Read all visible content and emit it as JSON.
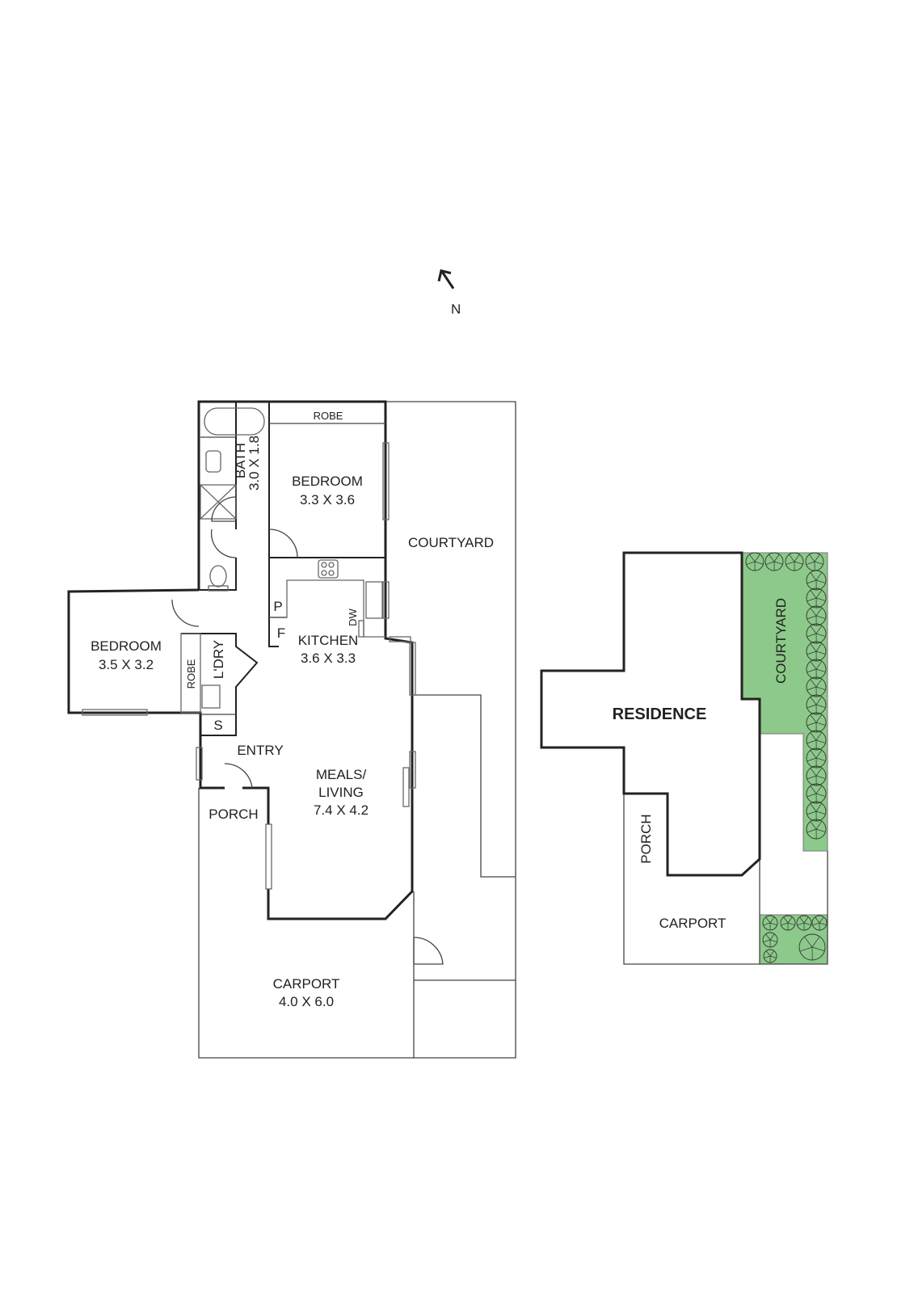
{
  "compass": {
    "label": "N"
  },
  "floor_plan": {
    "rooms": {
      "robe_top": "ROBE",
      "bath": "BATH",
      "bath_dim": "3.0 X 1.8",
      "bedroom1": "BEDROOM",
      "bedroom1_dim": "3.3 X 3.6",
      "courtyard": "COURTYARD",
      "bedroom2": "BEDROOM",
      "bedroom2_dim": "3.5 X 3.2",
      "robe_side": "ROBE",
      "laundry": "L'DRY",
      "kitchen": "KITCHEN",
      "kitchen_dim": "3.6 X 3.3",
      "pantry": "P",
      "fridge": "F",
      "dishwasher": "DW",
      "storage": "S",
      "entry": "ENTRY",
      "meals": "MEALS/",
      "living": "LIVING",
      "living_dim": "7.4 X 4.2",
      "porch": "PORCH",
      "carport": "CARPORT",
      "carport_dim": "4.0 X 6.0"
    }
  },
  "site_plan": {
    "residence": "RESIDENCE",
    "courtyard": "COURTYARD",
    "porch": "PORCH",
    "carport": "CARPORT",
    "garden_color": "#8cc98a"
  }
}
